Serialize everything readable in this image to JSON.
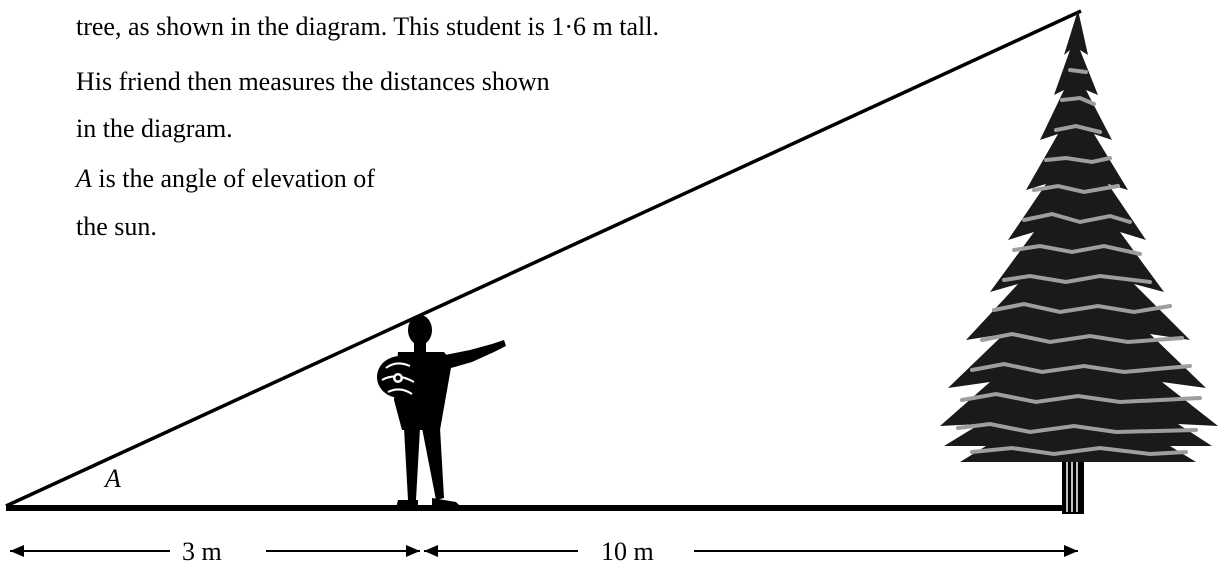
{
  "problem_text": {
    "line1": "tree, as shown in the diagram.  This student is 1·6 m tall.",
    "line2": "His friend then measures the distances shown",
    "line3": "in the diagram.",
    "line4_var": "A",
    "line4_rest": " is the angle of elevation of",
    "line5": "the sun."
  },
  "diagram": {
    "angle_label": "A",
    "distance_student": "3 m",
    "distance_tree": "10 m"
  }
}
